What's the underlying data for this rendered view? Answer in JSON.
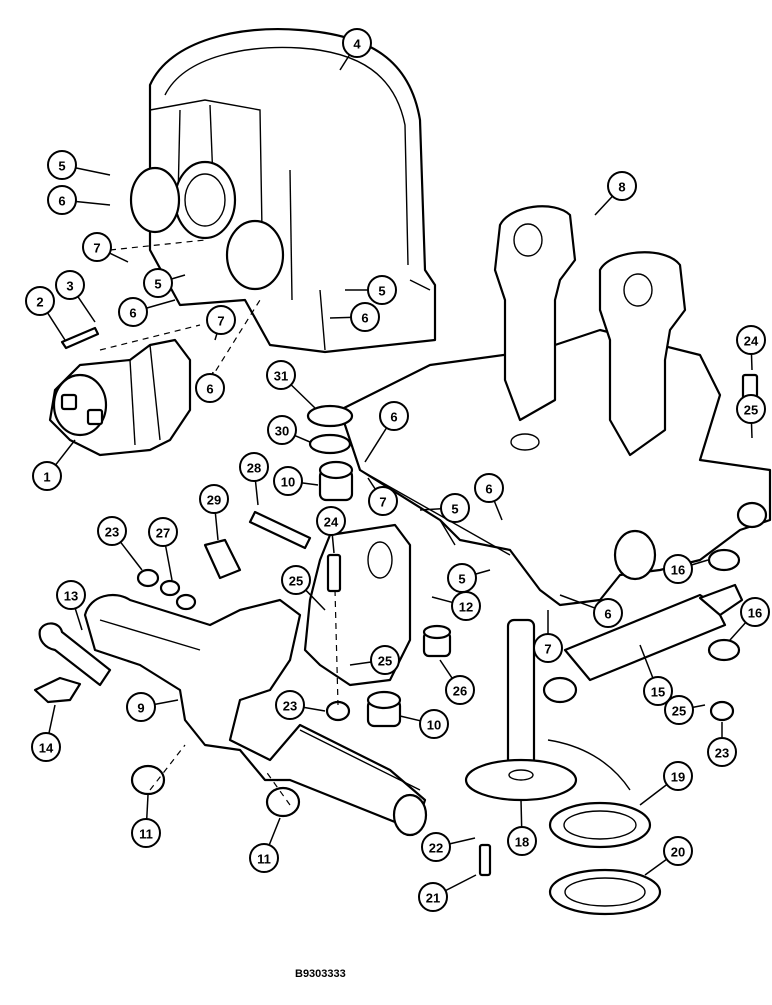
{
  "diagram": {
    "drawing_number": "B9303333",
    "callouts": [
      {
        "id": "c4",
        "label": "4"
      },
      {
        "id": "c5a",
        "label": "5"
      },
      {
        "id": "c6a",
        "label": "6"
      },
      {
        "id": "c7a",
        "label": "7"
      },
      {
        "id": "c5b",
        "label": "5"
      },
      {
        "id": "c5c",
        "label": "5"
      },
      {
        "id": "c6b",
        "label": "6"
      },
      {
        "id": "c6c",
        "label": "6"
      },
      {
        "id": "c2",
        "label": "2"
      },
      {
        "id": "c3",
        "label": "3"
      },
      {
        "id": "c7b",
        "label": "7"
      },
      {
        "id": "c6d",
        "label": "6"
      },
      {
        "id": "c1",
        "label": "1"
      },
      {
        "id": "c8",
        "label": "8"
      },
      {
        "id": "c31",
        "label": "31"
      },
      {
        "id": "c30",
        "label": "30"
      },
      {
        "id": "c10a",
        "label": "10"
      },
      {
        "id": "c6e",
        "label": "6"
      },
      {
        "id": "c7c",
        "label": "7"
      },
      {
        "id": "c5d",
        "label": "5"
      },
      {
        "id": "c6f",
        "label": "6"
      },
      {
        "id": "c5e",
        "label": "5"
      },
      {
        "id": "c6g",
        "label": "6"
      },
      {
        "id": "c7d",
        "label": "7"
      },
      {
        "id": "c24a",
        "label": "24"
      },
      {
        "id": "c25a",
        "label": "25"
      },
      {
        "id": "c28",
        "label": "28"
      },
      {
        "id": "c29",
        "label": "29"
      },
      {
        "id": "c23a",
        "label": "23"
      },
      {
        "id": "c27",
        "label": "27"
      },
      {
        "id": "c24b",
        "label": "24"
      },
      {
        "id": "c25b",
        "label": "25"
      },
      {
        "id": "c12",
        "label": "12"
      },
      {
        "id": "c13",
        "label": "13"
      },
      {
        "id": "c9",
        "label": "9"
      },
      {
        "id": "c14",
        "label": "14"
      },
      {
        "id": "c25c",
        "label": "25"
      },
      {
        "id": "c26",
        "label": "26"
      },
      {
        "id": "c23b",
        "label": "23"
      },
      {
        "id": "c10b",
        "label": "10"
      },
      {
        "id": "c11a",
        "label": "11"
      },
      {
        "id": "c11b",
        "label": "11"
      },
      {
        "id": "c16a",
        "label": "16"
      },
      {
        "id": "c16b",
        "label": "16"
      },
      {
        "id": "c15",
        "label": "15"
      },
      {
        "id": "c25d",
        "label": "25"
      },
      {
        "id": "c23c",
        "label": "23"
      },
      {
        "id": "c18",
        "label": "18"
      },
      {
        "id": "c22",
        "label": "22"
      },
      {
        "id": "c21",
        "label": "21"
      },
      {
        "id": "c19",
        "label": "19"
      },
      {
        "id": "c20",
        "label": "20"
      }
    ]
  }
}
